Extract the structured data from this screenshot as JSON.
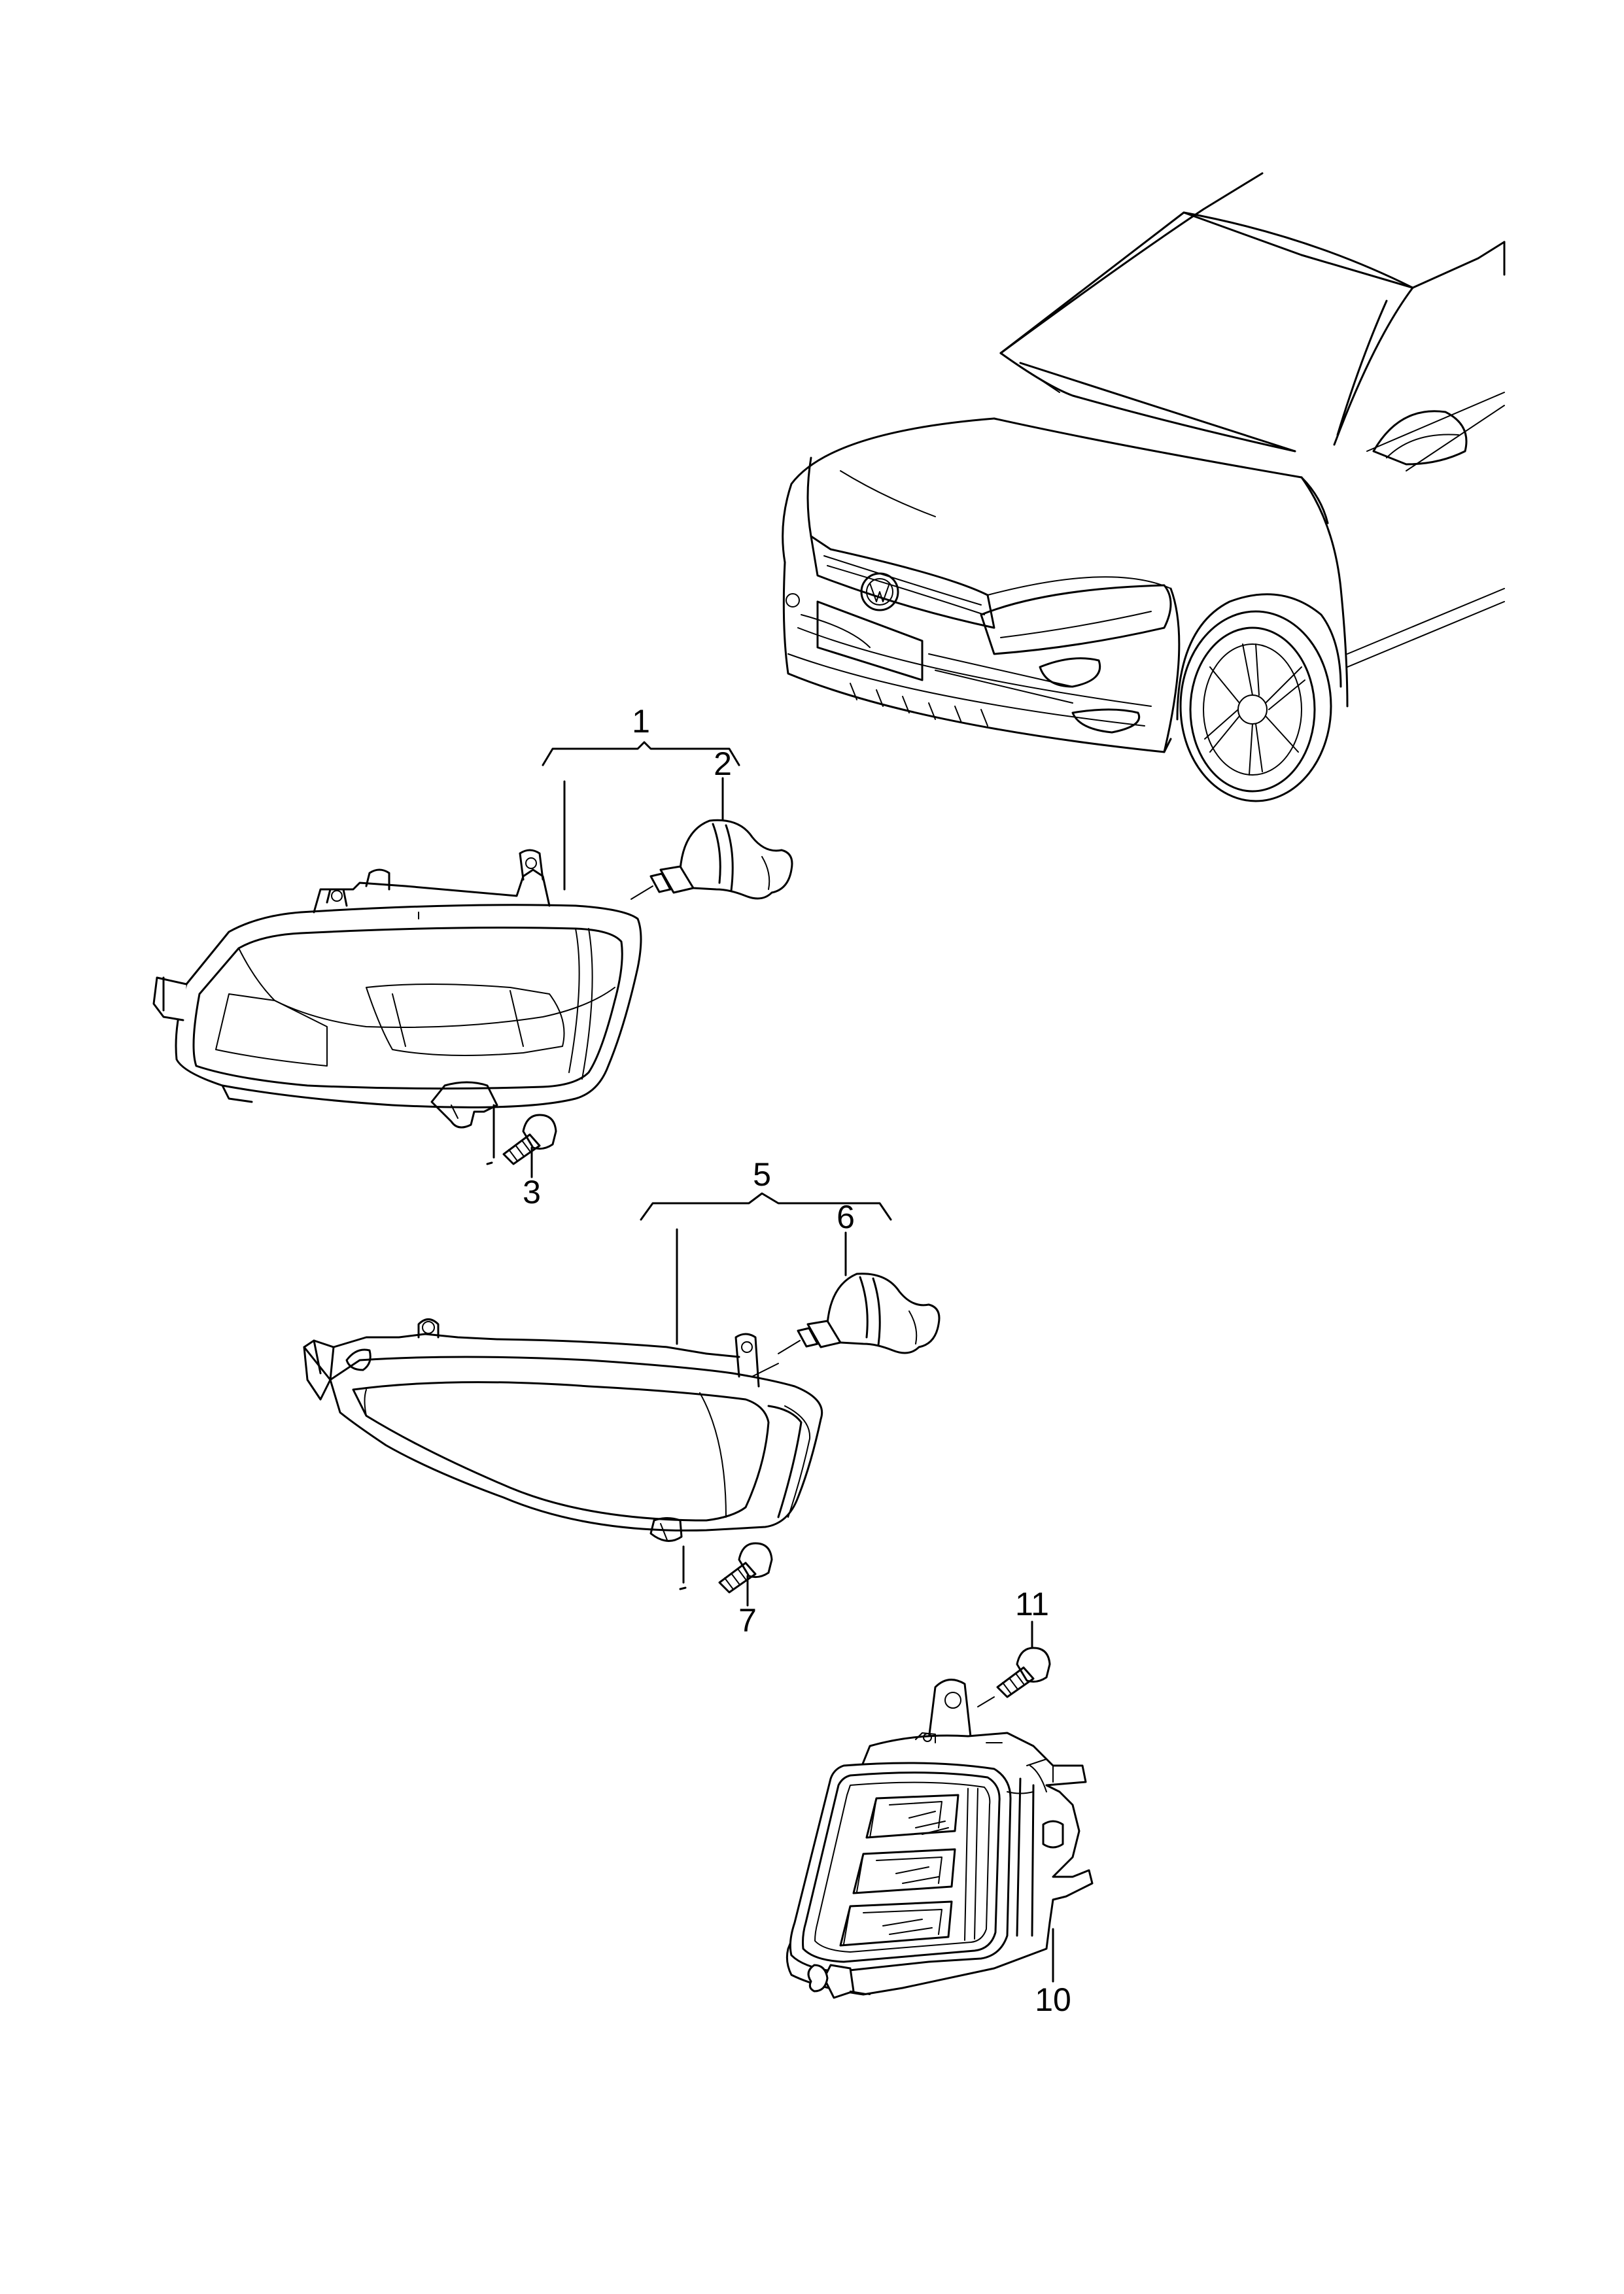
{
  "callouts": {
    "c1": "1",
    "c2": "2",
    "c3": "3",
    "c5": "5",
    "c6": "6",
    "c7": "7",
    "c10": "10",
    "c11": "11"
  },
  "colors": {
    "line": "#000000",
    "background": "#ffffff"
  }
}
